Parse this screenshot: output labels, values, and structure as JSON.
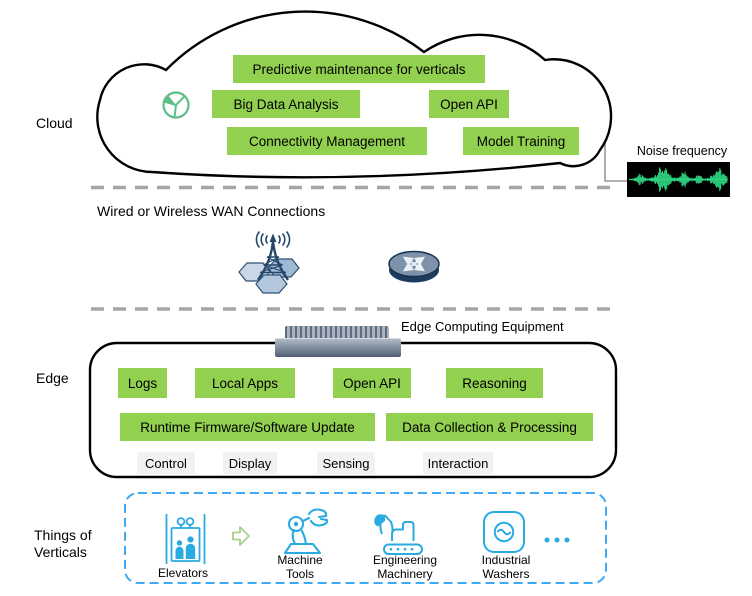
{
  "sections": {
    "cloud": {
      "label": "Cloud",
      "capabilities": [
        "Predictive maintenance for verticals",
        "Big Data Analysis",
        "Open API",
        "Connectivity Management",
        "Model Training"
      ]
    },
    "wan": {
      "label": "Wired or Wireless WAN Connections"
    },
    "edge": {
      "label": "Edge",
      "equipment_label": "Edge Computing Equipment",
      "capabilities": [
        "Logs",
        "Local Apps",
        "Open API",
        "Reasoning",
        "Runtime Firmware/Software Update",
        "Data Collection & Processing"
      ],
      "functions": [
        "Control",
        "Display",
        "Sensing",
        "Interaction"
      ]
    },
    "things": {
      "label": "Things of Verticals",
      "items": [
        "Elevators",
        "Machine Tools",
        "Engineering Machinery",
        "Industrial Washers"
      ],
      "more_indicator": "..."
    }
  },
  "noise": {
    "label": "Noise frequency"
  },
  "icons": {
    "cloud_analytics": "sphere-segments-icon",
    "wan_tower": "cell-tower-icon",
    "wan_router": "router-icon",
    "edge_device": "edge-gateway-photo",
    "flow_arrow": "arrow-right-icon",
    "things": [
      "elevator-icon",
      "robot-arm-icon",
      "excavator-icon",
      "washing-machine-icon"
    ],
    "noise_waveform": "audio-waveform",
    "more": "ellipsis-icon"
  },
  "colors": {
    "capability_green": "#92D050",
    "function_gray": "#F2F2F2",
    "accent_blue": "#29ABE2",
    "things_border_blue": "#3FA9F5",
    "diagram_navy": "#24476B",
    "dash_gray": "#A6A6A6",
    "arrow_green": "#A9D18E",
    "waveform_green": "#31E088",
    "waveform_bg": "#000000",
    "outline_black": "#000000"
  }
}
